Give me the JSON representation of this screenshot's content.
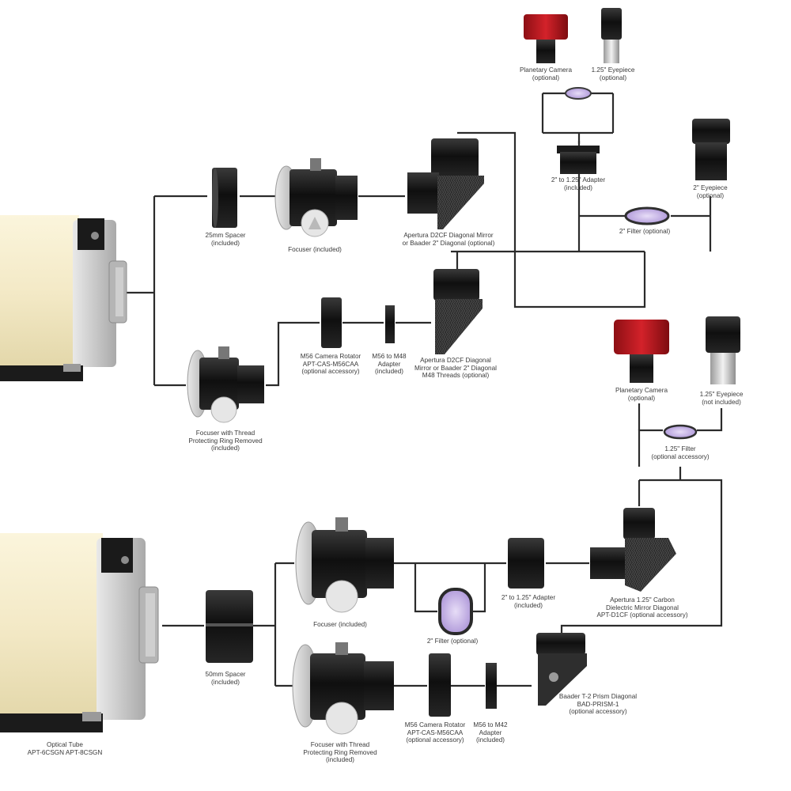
{
  "labels": {
    "spacer25": [
      "25mm Spacer",
      "(included)"
    ],
    "focuser_top": [
      "Focuser (included)"
    ],
    "d2cf_top": [
      "Apertura D2CF Diagonal Mirror",
      "or Baader 2\" Diagonal (optional)"
    ],
    "planetary_top": [
      "Planetary Camera",
      "(optional)"
    ],
    "eyepiece125_top": [
      "1.25\" Eyepiece",
      "(optional)"
    ],
    "adapter_top": [
      "2\" to 1.25\" Adapter",
      "(included)"
    ],
    "eyepiece2_top": [
      "2\" Eyepiece",
      "(optional)"
    ],
    "filter2_top": [
      "2\" Filter (optional)"
    ],
    "rotator_m48": [
      "M56 Camera Rotator",
      "APT-CAS-M56CAA",
      "(optional accessory)"
    ],
    "m48_adapter": [
      "M56 to M48",
      "Adapter",
      "(included)"
    ],
    "d2cf_m48": [
      "Apertura D2CF Diagonal",
      "Mirror or Baader 2\" Diagonal",
      "M48 Threads (optional)"
    ],
    "focuser_thread_top": [
      "Focuser with Thread",
      "Protecting Ring Removed",
      "(included)"
    ],
    "planetary_mid": [
      "Planetary Camera",
      "(optional)"
    ],
    "eyepiece125_mid": [
      "1.25\" Eyepiece",
      "(not included)"
    ],
    "filter125_mid": [
      "1.25\" Filter",
      "(optional accessory)"
    ],
    "spacer50": [
      "50mm Spacer",
      "(included)"
    ],
    "focuser_bottom": [
      "Focuser (included)"
    ],
    "filter2_bottom": [
      "2\" Filter (optional)"
    ],
    "adapter_bottom": [
      "2\" to 1.25\" Adapter",
      "(included)"
    ],
    "d1cf": [
      "Apertura 1.25\" Carbon",
      "Dielectric Mirror Diagonal",
      "APT-D1CF (optional accessory)"
    ],
    "prism": [
      "Baader T-2 Prism Diagonal",
      "BAD-PRISM-1",
      "(optional accessory)"
    ],
    "rotator_m42": [
      "M56 Camera Rotator",
      "APT-CAS-M56CAA",
      "(optional accessory)"
    ],
    "m42_adapter": [
      "M56 to M42",
      "Adapter",
      "(included)"
    ],
    "focuser_thread_bottom": [
      "Focuser with Thread",
      "Protecting Ring Removed",
      "(included)"
    ],
    "optical_tube": [
      "Optical Tube",
      "APT-6CSGN APT-8CSGN"
    ]
  },
  "colors": {
    "line": "#2b2b2b",
    "tube": "#f3e9c6",
    "metal": "#cfcfcf",
    "black": "#151515",
    "camera_red": "#c4161c",
    "filter_glass": "#c9b7e8",
    "carbon": "#2a2a2a"
  },
  "icons": [
    "optical-tube-icon",
    "spacer-icon",
    "focuser-icon",
    "diagonal-mirror-icon",
    "planetary-camera-icon",
    "eyepiece-icon",
    "adapter-icon",
    "filter-icon",
    "camera-rotator-icon",
    "prism-diagonal-icon"
  ]
}
